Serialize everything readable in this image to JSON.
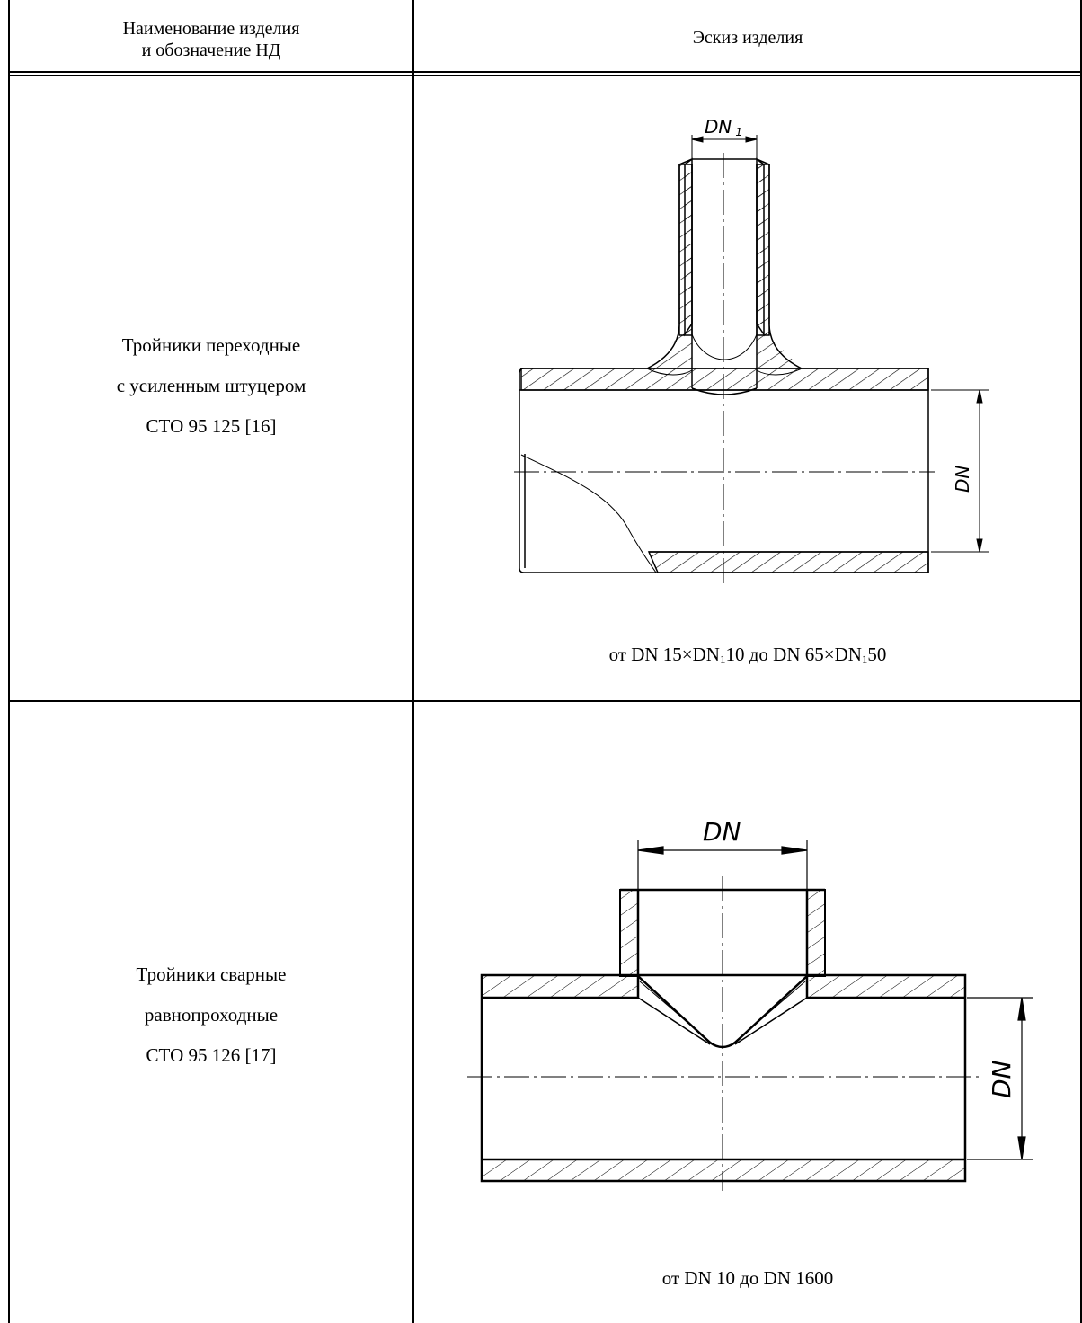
{
  "header": {
    "col1_line1": "Наименование изделия",
    "col1_line2": "и обозначение НД",
    "col2": "Эскиз изделия"
  },
  "rows": [
    {
      "name_line1": "Тройники переходные",
      "name_line2": "с усиленным штуцером",
      "name_line3": "СТО 95 125 [16]",
      "sketch_labels": {
        "branch": "DN",
        "branch_sub": "1",
        "main": "DN"
      },
      "caption": {
        "p1": "от  DN 15×DN",
        "sub1": "1",
        "p2": "10  до  DN 65×DN",
        "sub2": "1",
        "p3": "50"
      }
    },
    {
      "name_line1": "Тройники сварные",
      "name_line2": "равнопроходные",
      "name_line3": "СТО 95 126 [17]",
      "sketch_labels": {
        "branch": "DN",
        "main": "DN"
      },
      "caption": "от  DN 10  до  DN 1600"
    }
  ]
}
